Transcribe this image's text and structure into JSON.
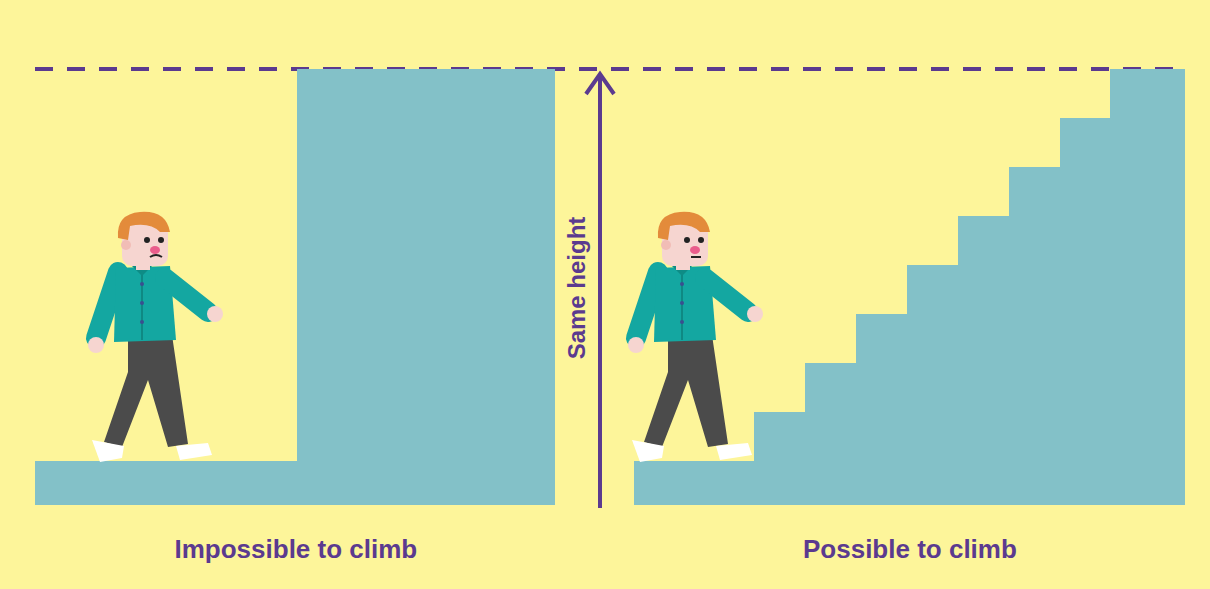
{
  "diagram": {
    "labels": [
      "Same height",
      "Impossible to climb",
      "Possible to climb"
    ]
  }
}
